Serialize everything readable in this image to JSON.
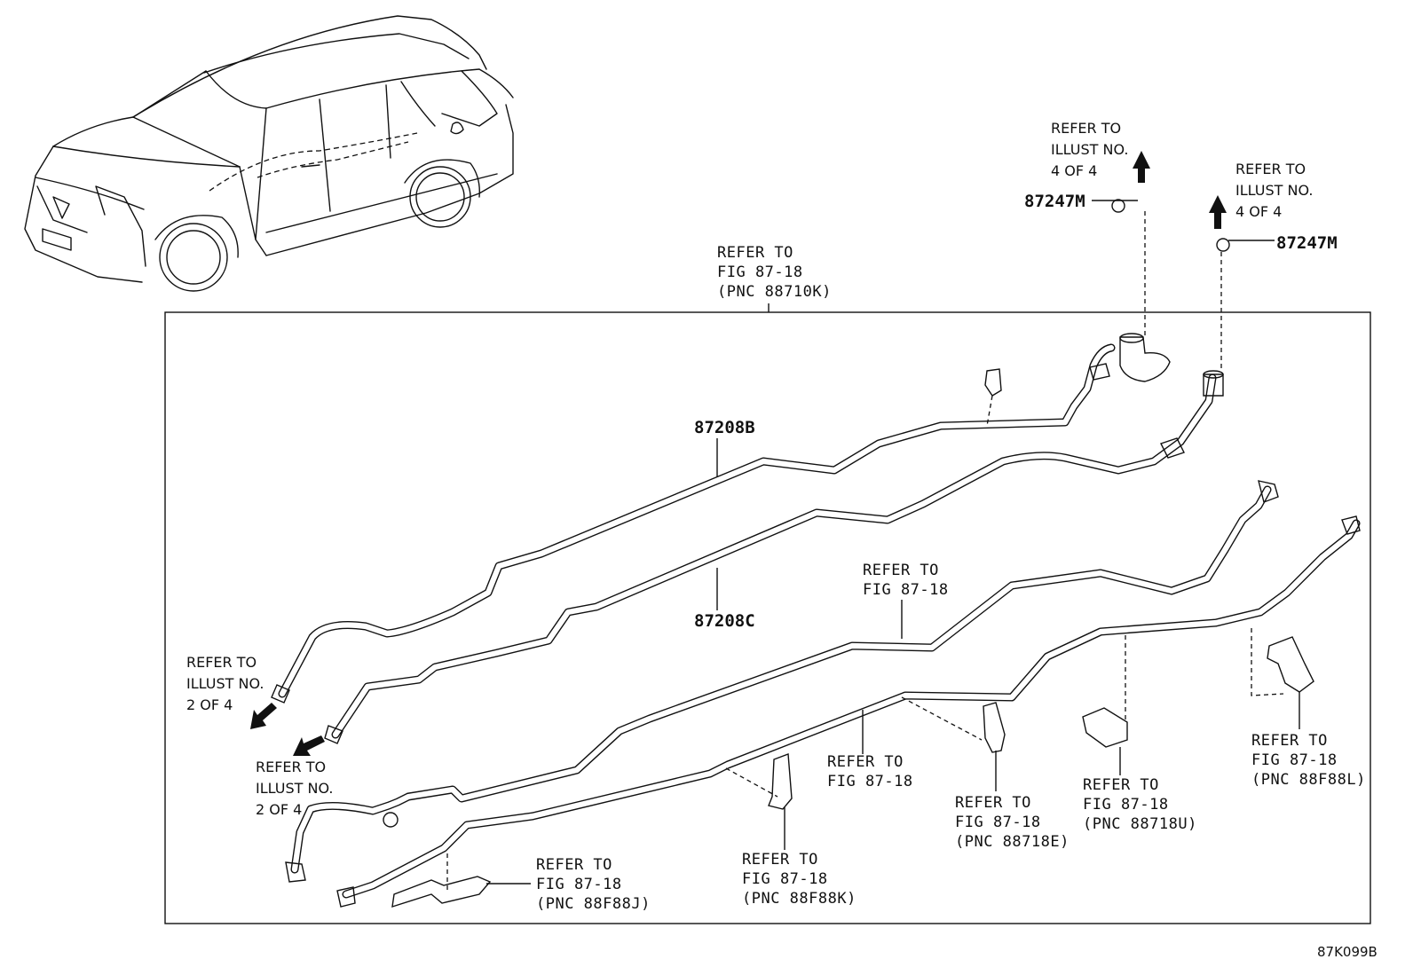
{
  "part_numbers": {
    "p87208B": "87208B",
    "p87208C": "87208C",
    "p87247M_left": "87247M",
    "p87247M_right": "87247M"
  },
  "refs": {
    "top_center": [
      "REFER TO",
      "FIG 87-18",
      "(PNC 88710K)"
    ],
    "illust_top_left": [
      "REFER TO",
      "ILLUST NO.",
      "4 OF 4"
    ],
    "illust_top_right": [
      "REFER TO",
      "ILLUST NO.",
      "4 OF 4"
    ],
    "illust_left_upper": [
      "REFER TO",
      "ILLUST NO.",
      "2 OF 4"
    ],
    "illust_left_lower": [
      "REFER TO",
      "ILLUST NO.",
      "2 OF 4"
    ],
    "fig_mid": [
      "REFER TO",
      "FIG 87-18"
    ],
    "fig_lower_mid": [
      "REFER TO",
      "FIG 87-18"
    ],
    "pnc_88F88J": [
      "REFER TO",
      "FIG 87-18",
      "(PNC 88F88J)"
    ],
    "pnc_88F88K": [
      "REFER TO",
      "FIG 87-18",
      "(PNC 88F88K)"
    ],
    "pnc_88718E": [
      "REFER TO",
      "FIG 87-18",
      "(PNC 88718E)"
    ],
    "pnc_88718U": [
      "REFER TO",
      "FIG 87-18",
      "(PNC 88718U)"
    ],
    "pnc_88F88L": [
      "REFER TO",
      "FIG 87-18",
      "(PNC 88F88L)"
    ]
  },
  "figure_code": "87K099B"
}
